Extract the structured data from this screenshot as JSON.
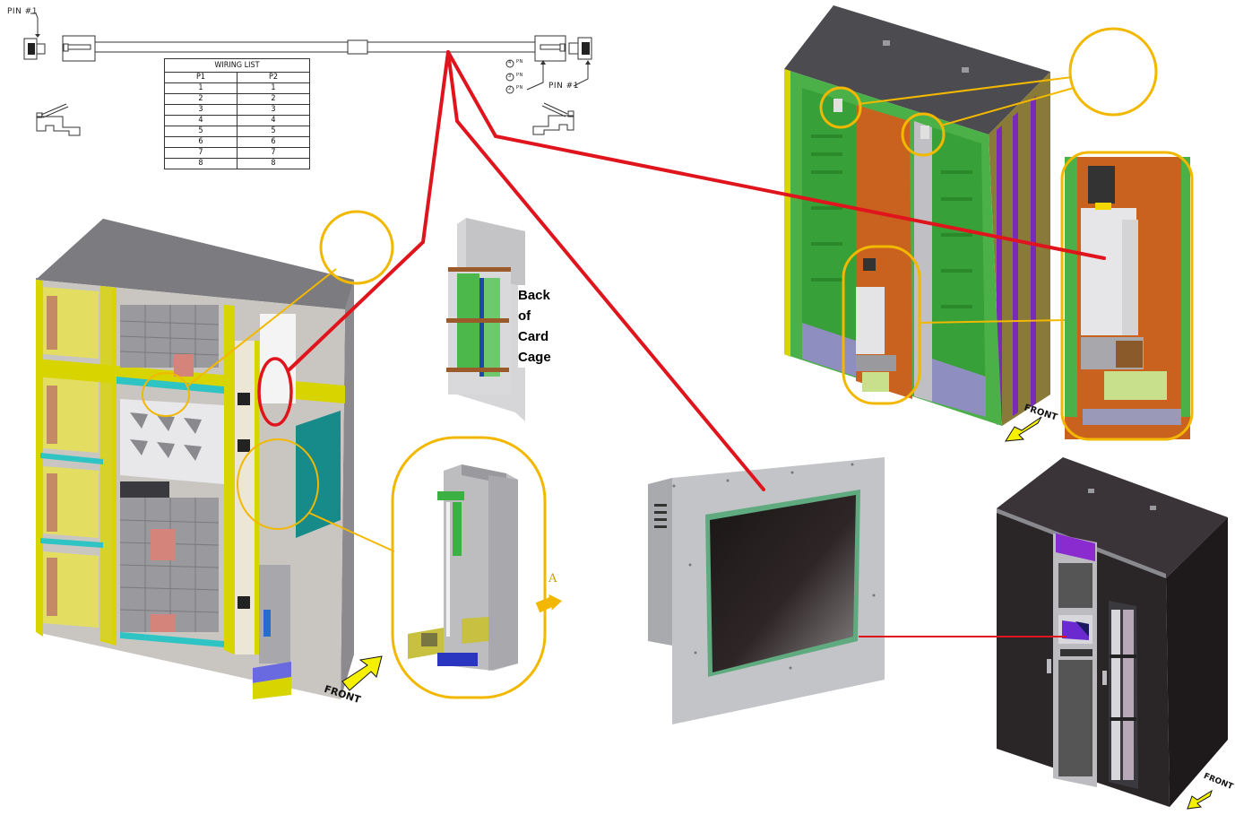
{
  "cable": {
    "pin_label_left": "PIN #1",
    "pin_label_right": "PIN #1",
    "pin_markers": [
      {
        "num": "4",
        "text": "PN"
      },
      {
        "num": "3",
        "text": "PN"
      },
      {
        "num": "2",
        "text": "PN"
      }
    ]
  },
  "wiring_list": {
    "title": "WIRING LIST",
    "columns": [
      "P1",
      "P2"
    ],
    "rows": [
      [
        "1",
        "1"
      ],
      [
        "2",
        "2"
      ],
      [
        "3",
        "3"
      ],
      [
        "4",
        "4"
      ],
      [
        "5",
        "5"
      ],
      [
        "6",
        "6"
      ],
      [
        "7",
        "7"
      ],
      [
        "8",
        "8"
      ]
    ]
  },
  "card_cage": {
    "caption_lines": [
      "Back",
      "of",
      "Card",
      "Cage"
    ]
  },
  "labels": {
    "front_left": "FRONT",
    "front_top_right": "FRONT",
    "front_bottom_right": "FRONT",
    "view_a": "A"
  },
  "colors": {
    "callout_line": "#e0141c",
    "highlight_ring": "#f2b800",
    "cabinet_frame": "#d8d400",
    "cabinet_top": "#7a7a7e",
    "rear_panel": "#c8621e",
    "board_green": "#3cb043",
    "library_body": "#2a2628",
    "library_accent": "#8a2bd0",
    "arrow_yellow": "#f4f000"
  }
}
